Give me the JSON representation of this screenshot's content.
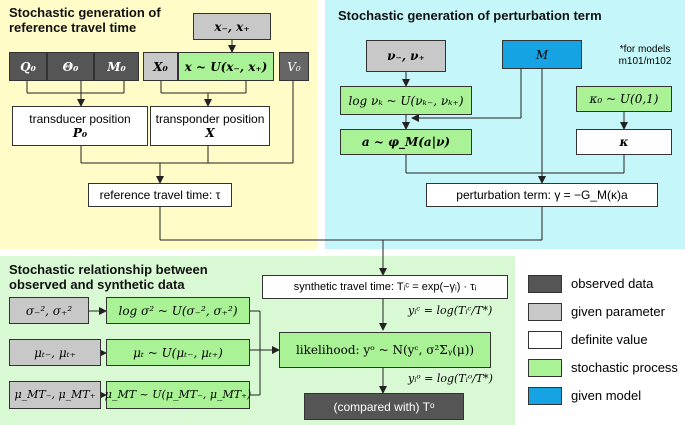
{
  "panels": {
    "reference_title": "Stochastic generation of\nreference travel time",
    "perturbation_title": "Stochastic generation of perturbation term",
    "relationship_title": "Stochastic relationship between\nobserved and synthetic data"
  },
  "reference": {
    "x_bounds": "x₋, x₊",
    "q0": "Q₀",
    "theta0": "Θ₀",
    "m0": "M₀",
    "x0": "X₀",
    "x_dist": "x ~ U(x₋, x₊)",
    "v0": "V₀",
    "transducer_label": "transducer position",
    "transducer_symbol": "P₀",
    "transponder_label": "transponder position",
    "transponder_symbol": "X",
    "travel_time": "reference travel time: τ"
  },
  "perturbation": {
    "nu_bounds": "ν₋, ν₊",
    "model": "M",
    "note": "*for models\nm101/m102",
    "log_nu": "log νₖ ~ U(νₖ₋, νₖ₊)",
    "kappa0": "κ₀ ~ U(0,1)",
    "a_dist": "a ~ φ_M(a|ν)",
    "kappa": "κ",
    "perturbation_term": "perturbation term: γ = −G_M(κ)a"
  },
  "relationship": {
    "synthetic": "synthetic travel time: Tᵢᶜ = exp(−γᵢ) · τᵢ",
    "yc_eq": "yᵢᶜ = log(Tᵢᶜ/T*)",
    "sigma_bounds": "σ₋², σ₊²",
    "sigma_dist": "log σ² ~ U(σ₋², σ₊²)",
    "mut_bounds": "μₜ₋, μₜ₊",
    "mut_dist": "μₜ ~ U(μₜ₋, μₜ₊)",
    "mumt_bounds": "μ_MT₋, μ_MT₊",
    "mumt_dist": "μ_MT ~ U(μ_MT₋, μ_MT₊)",
    "likelihood": "likelihood: yᵒ ~ N(yᶜ, σ²Σᵧ(μ))",
    "yo_eq": "yᵢᵒ = log(Tᵢᵒ/T*)",
    "compared": "(compared with) Tᵒ"
  },
  "legend": {
    "observed": "observed data",
    "given_parameter": "given parameter",
    "definite": "definite value",
    "stochastic": "stochastic process",
    "model": "given model"
  },
  "colors": {
    "observed": "#555555",
    "given_parameter": "#c8c8c8",
    "definite": "#ffffff",
    "stochastic": "#aaf296",
    "model": "#16a3e3",
    "panel_reference": "#fffcc8",
    "panel_perturbation": "#c5f6f9",
    "panel_relationship": "#d8f9d4"
  }
}
